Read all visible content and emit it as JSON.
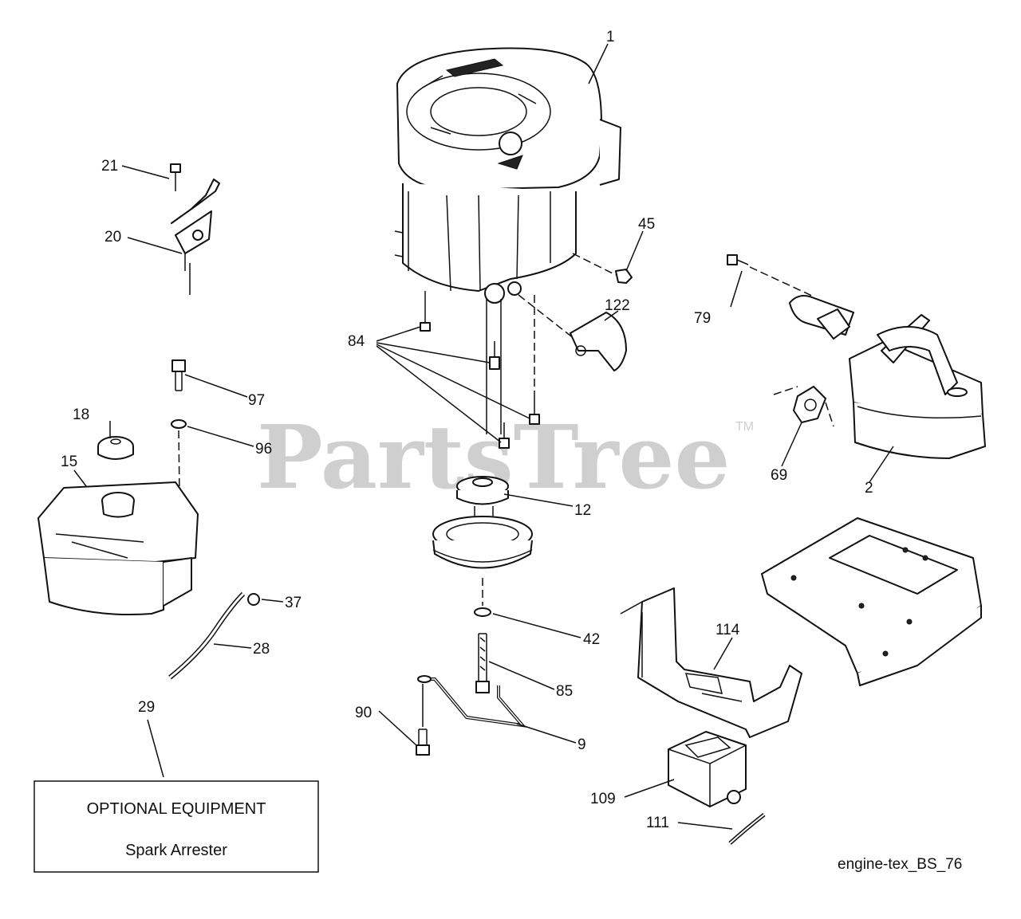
{
  "watermark": {
    "text": "PartsTree",
    "trademark": "TM"
  },
  "labels": {
    "p1": "1",
    "p2": "2",
    "p9": "9",
    "p12": "12",
    "p15": "15",
    "p18": "18",
    "p20": "20",
    "p21": "21",
    "p28": "28",
    "p29": "29",
    "p37": "37",
    "p42": "42",
    "p45": "45",
    "p69": "69",
    "p79": "79",
    "p84": "84",
    "p85": "85",
    "p90": "90",
    "p96": "96",
    "p97": "97",
    "p109": "109",
    "p111": "111",
    "p114": "114",
    "p122": "122"
  },
  "optional_box": {
    "title": "OPTIONAL EQUIPMENT",
    "item": "Spark Arrester"
  },
  "diagram_ref": "engine-tex_BS_76"
}
